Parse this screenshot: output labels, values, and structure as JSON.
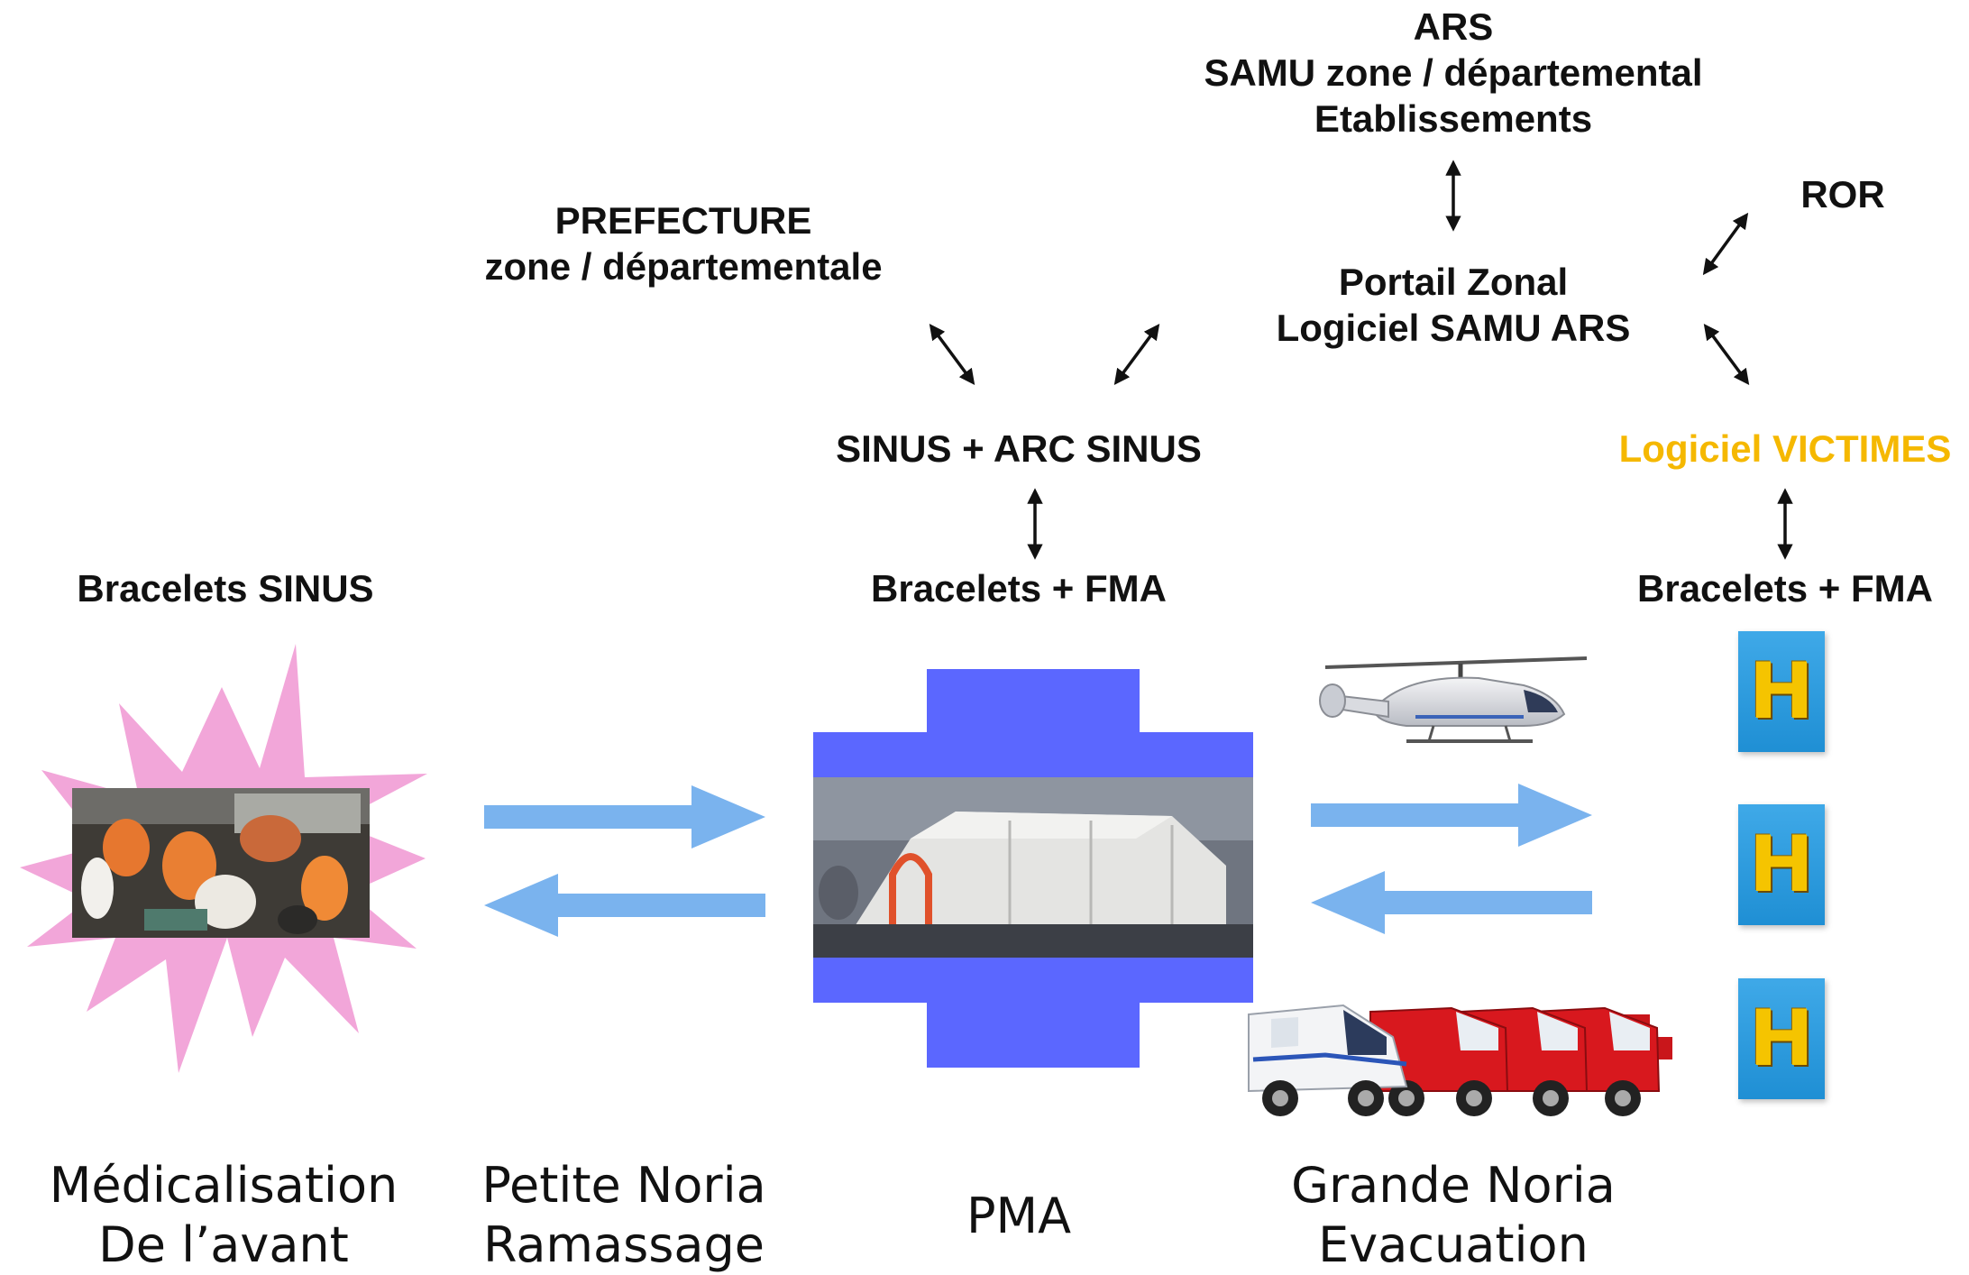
{
  "labels": {
    "ars": [
      "ARS",
      "SAMU zone / départemental",
      "Etablissements"
    ],
    "ror": "ROR",
    "prefecture": [
      "PREFECTURE",
      "zone / départementale"
    ],
    "portail": [
      "Portail Zonal",
      "Logiciel  SAMU ARS"
    ],
    "sinus_arc": "SINUS + ARC SINUS",
    "logiciel_victimes": "Logiciel VICTIMES",
    "bracelets_sinus": "Bracelets SINUS",
    "bracelets_fma_pma": "Bracelets + FMA",
    "bracelets_fma_hospital": "Bracelets + FMA"
  },
  "stages": {
    "medicalisation": [
      "Médicalisation",
      "De l’avant"
    ],
    "petite_noria": [
      "Petite Noria",
      "Ramassage"
    ],
    "pma": "PMA",
    "grande_noria": [
      "Grande Noria",
      "Evacuation"
    ]
  },
  "hospital_icon_letter": "H",
  "colors": {
    "victimes_label": "#f5b800",
    "flow_arrow": "#7ab3ee",
    "pma_cross": "#5b67ff",
    "burst": "#f2a6d9",
    "hospital_box": "#2c9be0",
    "hospital_letter": "#f5c400",
    "text": "#111111"
  }
}
